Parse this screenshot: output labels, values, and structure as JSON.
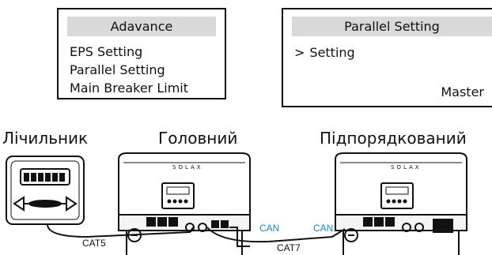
{
  "left_screen": {
    "title": "Adavance",
    "items": [
      "EPS Setting",
      "Parallel Setting",
      "Main Breaker Limit"
    ]
  },
  "right_screen": {
    "title": "Parallel Setting",
    "cursor": ">",
    "item": "Setting",
    "value": "Master"
  },
  "labels": {
    "meter": "Лічильник",
    "master": "Головний",
    "slave": "Підпорядкований"
  },
  "cables": {
    "meter_cable": "CAT5",
    "inverter_cable": "CAT7",
    "port_left": "CAN",
    "port_right": "CAN"
  },
  "brand": "SOLAX",
  "colors": {
    "line": "#111111",
    "lcd_header": "#d9d9d9",
    "can_text": "#1e88c7"
  },
  "icons": {
    "meter": "energy-meter-icon",
    "inverter": "inverter-icon"
  }
}
